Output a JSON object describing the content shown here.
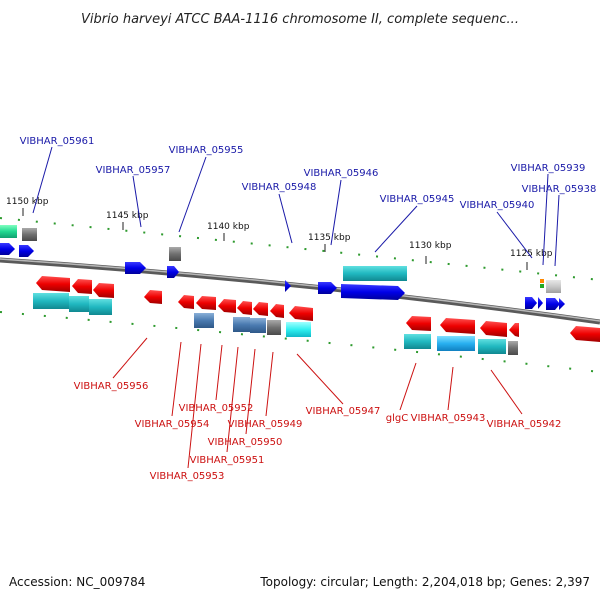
{
  "title": "Vibrio harveyi ATCC BAA-1116 chromosome II, complete sequenc...",
  "footer": {
    "accession": "Accession: NC_009784",
    "info": "Topology: circular; Length: 2,204,018 bp; Genes: 2,397"
  },
  "colors": {
    "top_label": "#1a1aa8",
    "bottom_label": "#cc1111",
    "backbone": "#808080"
  },
  "ticks": [
    "1150 kbp",
    "1145 kbp",
    "1140 kbp",
    "1135 kbp",
    "1130 kbp",
    "1125 kbp"
  ],
  "labels_top": [
    "VIBHAR_05961",
    "VIBHAR_05957",
    "VIBHAR_05955",
    "VIBHAR_05948",
    "VIBHAR_05946",
    "VIBHAR_05945",
    "VIBHAR_05940",
    "VIBHAR_05939",
    "VIBHAR_05938"
  ],
  "labels_bottom": [
    "VIBHAR_05956",
    "VIBHAR_05952",
    "VIBHAR_05954",
    "VIBHAR_05950",
    "VIBHAR_05949",
    "VIBHAR_05951",
    "VIBHAR_05953",
    "VIBHAR_05947",
    "glgC",
    "VIBHAR_05943",
    "VIBHAR_05942"
  ]
}
